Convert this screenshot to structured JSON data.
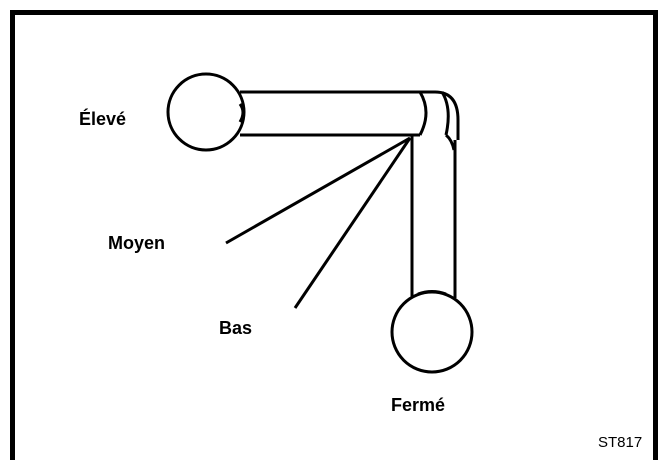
{
  "diagram": {
    "labels": {
      "raised": "Élevé",
      "medium": "Moyen",
      "low": "Bas",
      "closed": "Fermé"
    },
    "figure_code": "ST817",
    "colors": {
      "stroke": "#000000",
      "background": "#ffffff"
    }
  }
}
